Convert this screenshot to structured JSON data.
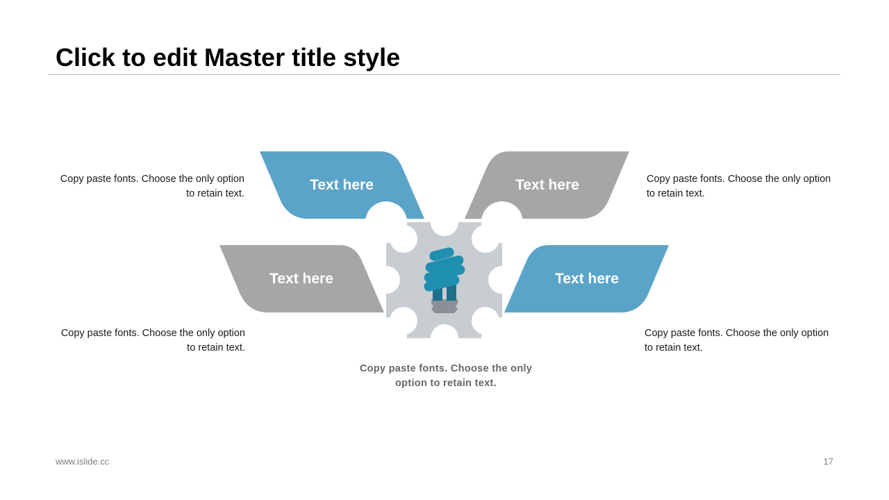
{
  "slide": {
    "title": "Click to edit Master title style",
    "footer_url": "www.islide.cc",
    "page_number": "17"
  },
  "colors": {
    "blue": "#5ba4c9",
    "gray": "#a6a6a6",
    "gear": "#c8cdd2",
    "bulb_coil": "#1f8fb0",
    "bulb_base": "#8a9095"
  },
  "center_icon": "lightbulb-gear-icon",
  "shapes": [
    {
      "label": "Text here",
      "color": "blue"
    },
    {
      "label": "Text here",
      "color": "gray"
    },
    {
      "label": "Text here",
      "color": "gray"
    },
    {
      "label": "Text here",
      "color": "blue"
    }
  ],
  "descriptions": {
    "top_left": "Copy paste fonts. Choose the only option to retain text.",
    "top_right": "Copy paste fonts. Choose the only option to retain text.",
    "bottom_left": "Copy paste fonts. Choose the only option to retain text.",
    "bottom_right": "Copy paste fonts. Choose the only option to retain text.",
    "center": "Copy paste fonts. Choose the only option to retain text."
  }
}
